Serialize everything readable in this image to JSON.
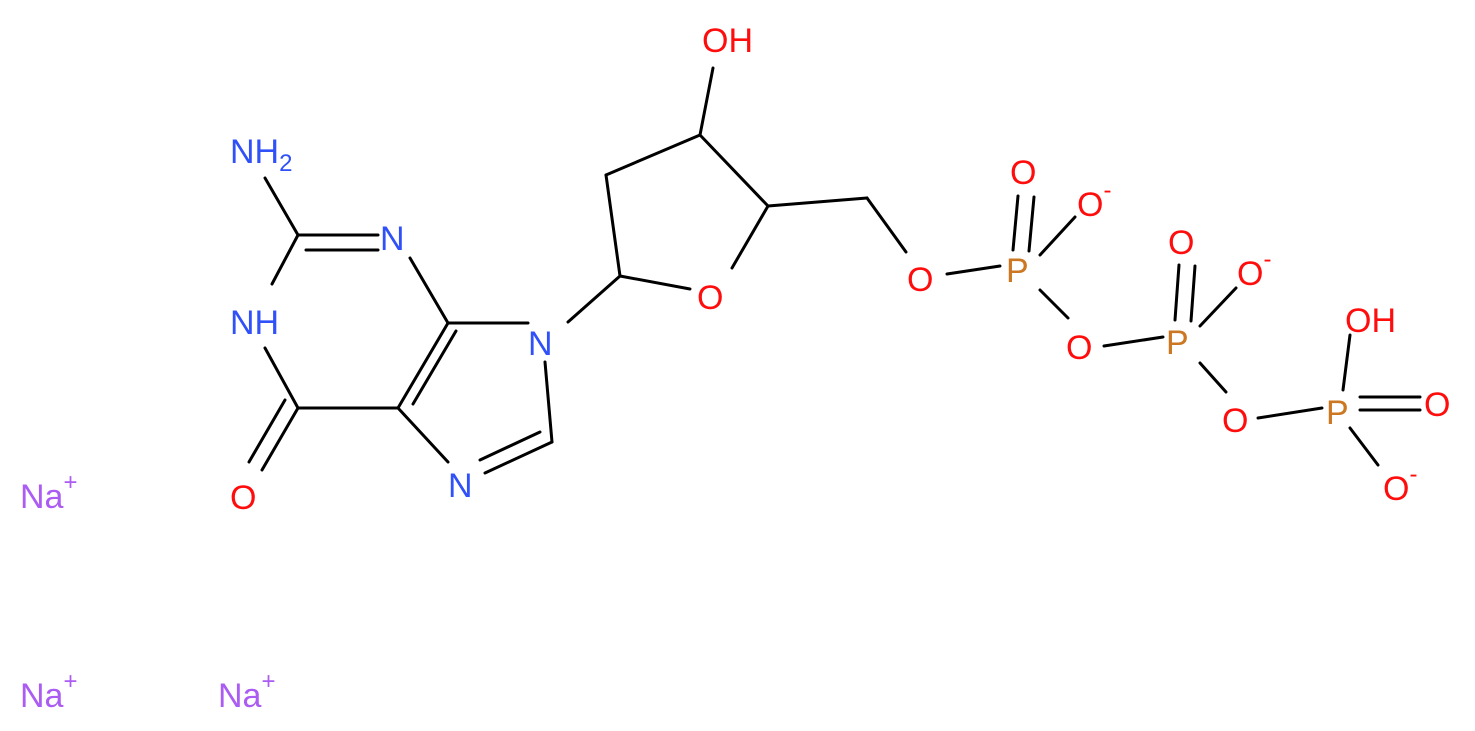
{
  "colors": {
    "bond": "#000000",
    "nitrogen": "#3050F8",
    "oxygen": "#FF0D0D",
    "phosphorus": "#CC7722",
    "sodium": "#AB5CF2",
    "background": "#FFFFFF"
  },
  "atoms": [
    {
      "id": "n_amine",
      "element": "nitrogen",
      "text": "NH",
      "sub": "2"
    },
    {
      "id": "n_ring_top",
      "element": "nitrogen",
      "text": "N"
    },
    {
      "id": "n_h_ring",
      "element": "nitrogen",
      "text": "NH"
    },
    {
      "id": "n9",
      "element": "nitrogen",
      "text": "N"
    },
    {
      "id": "n7",
      "element": "nitrogen",
      "text": "N"
    },
    {
      "id": "o_carbonyl",
      "element": "oxygen",
      "text": "O"
    },
    {
      "id": "o_hydroxyl",
      "element": "oxygen",
      "text": "OH"
    },
    {
      "id": "o_ring",
      "element": "oxygen",
      "text": "O"
    },
    {
      "id": "o_ester",
      "element": "oxygen",
      "text": "O"
    },
    {
      "id": "p_alpha",
      "element": "phosphorus",
      "text": "P"
    },
    {
      "id": "o_alpha_double",
      "element": "oxygen",
      "text": "O"
    },
    {
      "id": "o_alpha_minus",
      "element": "oxygen",
      "text": "O",
      "sup": "-"
    },
    {
      "id": "o_bridge_1",
      "element": "oxygen",
      "text": "O"
    },
    {
      "id": "p_beta",
      "element": "phosphorus",
      "text": "P"
    },
    {
      "id": "o_beta_double",
      "element": "oxygen",
      "text": "O"
    },
    {
      "id": "o_beta_minus",
      "element": "oxygen",
      "text": "O",
      "sup": "-"
    },
    {
      "id": "o_bridge_2",
      "element": "oxygen",
      "text": "O"
    },
    {
      "id": "p_gamma",
      "element": "phosphorus",
      "text": "P"
    },
    {
      "id": "o_gamma_oh",
      "element": "oxygen",
      "text": "OH"
    },
    {
      "id": "o_gamma_double",
      "element": "oxygen",
      "text": "O"
    },
    {
      "id": "o_gamma_minus",
      "element": "oxygen",
      "text": "O",
      "sup": "-"
    },
    {
      "id": "na_1",
      "element": "sodium",
      "text": "Na",
      "sup": "+"
    },
    {
      "id": "na_2",
      "element": "sodium",
      "text": "Na",
      "sup": "+"
    },
    {
      "id": "na_3",
      "element": "sodium",
      "text": "Na",
      "sup": "+"
    }
  ]
}
